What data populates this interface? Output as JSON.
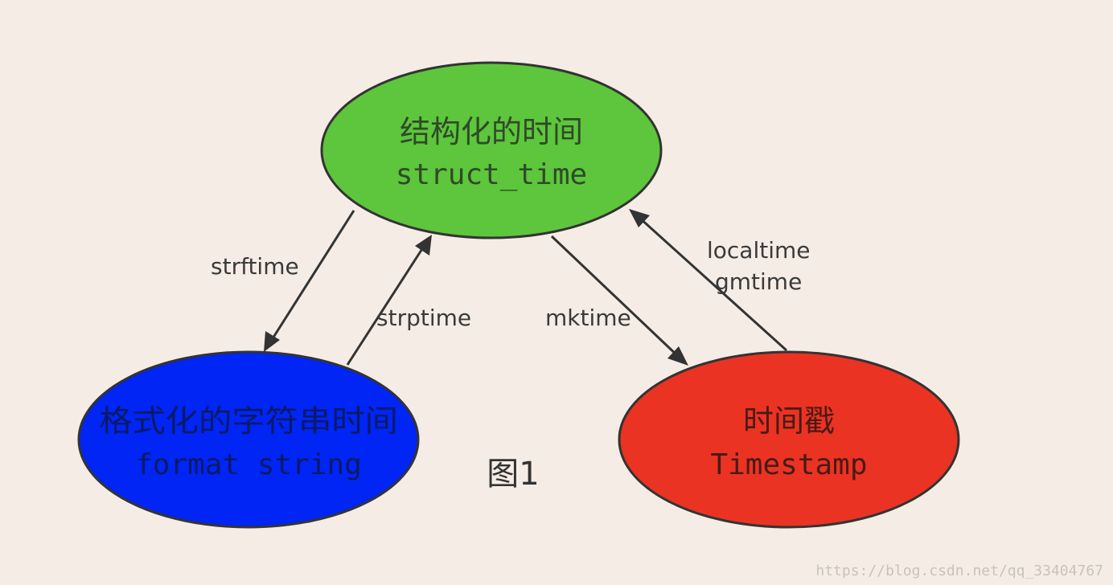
{
  "diagram": {
    "nodes": {
      "struct": {
        "label_cn": "结构化的时间",
        "label_en": "struct_time",
        "fill": "#5dc63c",
        "text_color": "#2f4a28"
      },
      "format": {
        "label_cn": "格式化的字符串时间",
        "label_en": "format string",
        "fill": "#0025f5",
        "text_color": "#0a1a66"
      },
      "timestamp": {
        "label_cn": "时间戳",
        "label_en": "Timestamp",
        "fill": "#ea3323",
        "text_color": "#4a1a14"
      }
    },
    "edges": {
      "strftime": "strftime",
      "strptime": "strptime",
      "mktime": "mktime",
      "localtime": "localtime",
      "gmtime": "gmtime"
    },
    "figure_label": "图1",
    "watermark": "https://blog.csdn.net/qq_33404767",
    "colors": {
      "background": "#f5ede5",
      "stroke": "#333333"
    }
  }
}
